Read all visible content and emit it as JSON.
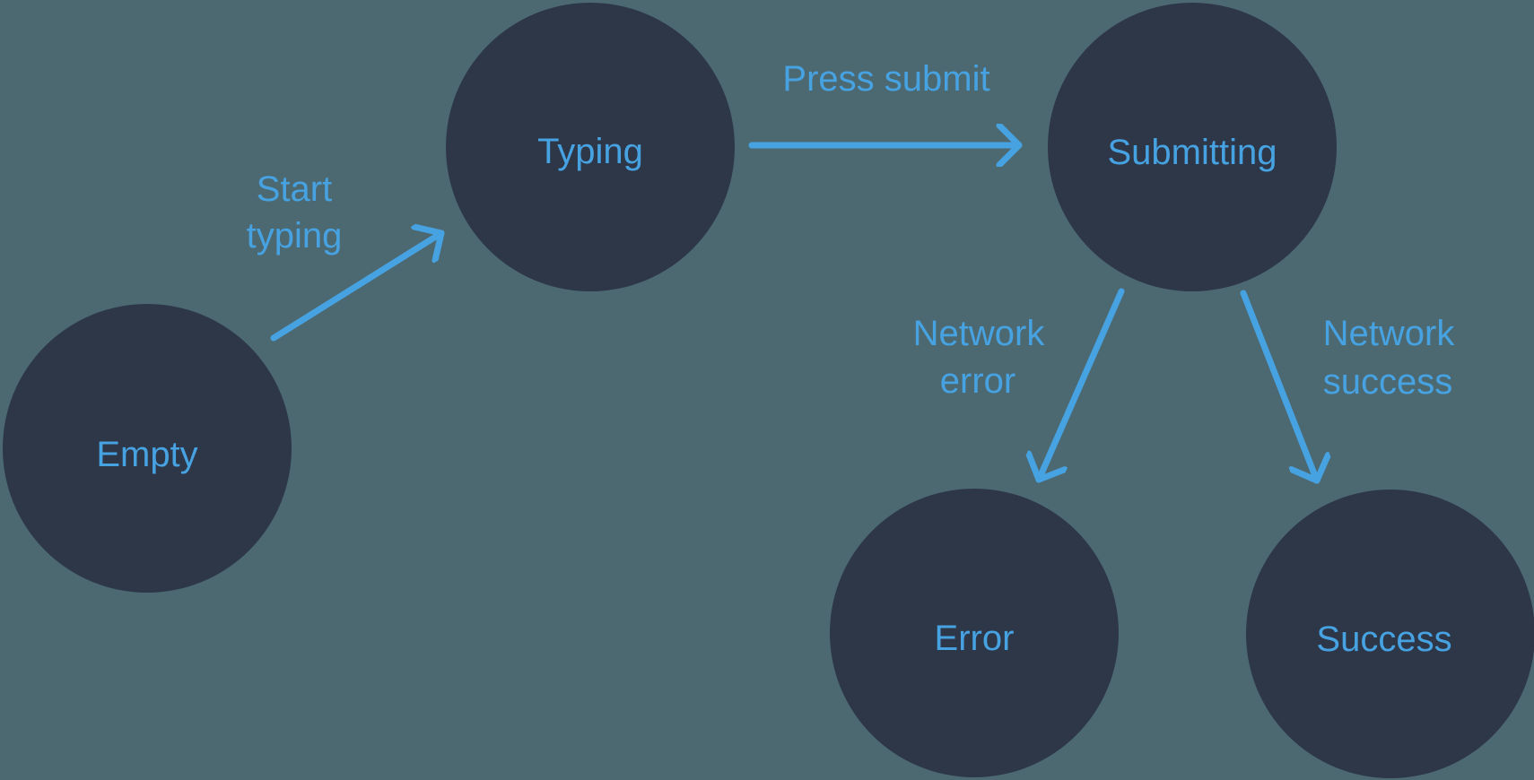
{
  "colors": {
    "background": "#4C6972",
    "state_fill": "#2D3748",
    "accent": "#47A2E2"
  },
  "diagram": {
    "type": "state-machine",
    "states": [
      {
        "id": "empty",
        "label": "Empty"
      },
      {
        "id": "typing",
        "label": "Typing"
      },
      {
        "id": "submitting",
        "label": "Submitting"
      },
      {
        "id": "error",
        "label": "Error"
      },
      {
        "id": "success",
        "label": "Success"
      }
    ],
    "transitions": [
      {
        "from": "empty",
        "to": "typing",
        "event": "Start typing",
        "lines": [
          "Start",
          "typing"
        ]
      },
      {
        "from": "typing",
        "to": "submitting",
        "event": "Press submit",
        "lines": [
          "Press submit",
          ""
        ]
      },
      {
        "from": "submitting",
        "to": "error",
        "event": "Network error",
        "lines": [
          "Network",
          "error"
        ]
      },
      {
        "from": "submitting",
        "to": "success",
        "event": "Network success",
        "lines": [
          "Network",
          "success"
        ]
      }
    ]
  }
}
